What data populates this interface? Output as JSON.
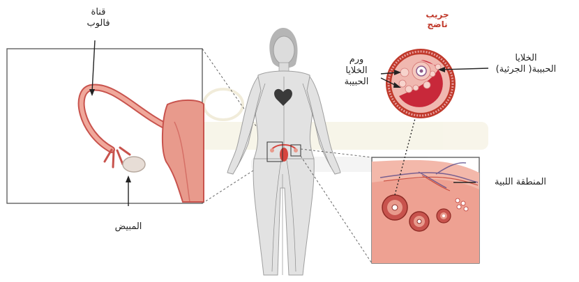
{
  "labels": {
    "fallopian_tube": [
      "قناة",
      "فالوب"
    ],
    "ovary": "المبيض",
    "mature_follicle": [
      "جريب",
      "ناضج"
    ],
    "granulosa_germinal": [
      "الخلايا",
      "الحبيبة( الجرثية)"
    ],
    "granulosa_mass": [
      "ورم",
      "الخلايا",
      "الحبيبة"
    ],
    "medulla": "المنطقة اللبية"
  },
  "colors": {
    "follicle_red": "#c0392b",
    "tissue_pink": "#e89a8c",
    "tissue_dark": "#c8534d",
    "body_gray": "#d9d9d9"
  }
}
